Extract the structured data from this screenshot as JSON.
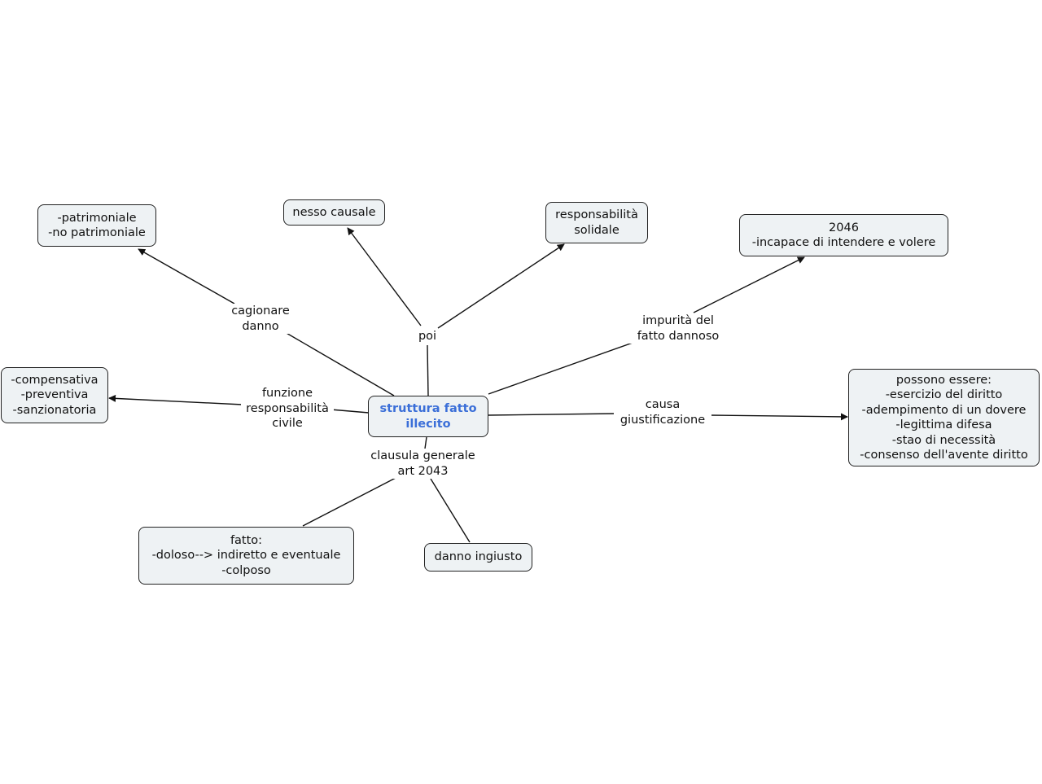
{
  "nodes": {
    "central": [
      "struttura fatto",
      "illecito"
    ],
    "patrimoniale": [
      "-patrimoniale",
      "-no patrimoniale"
    ],
    "nesso": [
      "nesso causale"
    ],
    "solidale": [
      "responsabilità",
      "solidale"
    ],
    "art2046": [
      "2046",
      "-incapace di intendere e volere"
    ],
    "funzioni": [
      "-compensativa",
      "-preventiva",
      "-sanzionatoria"
    ],
    "cause": [
      "possono essere:",
      "-esercizio del diritto",
      "-adempimento di un dovere",
      "-legittima difesa",
      "-stao di necessità",
      "-consenso dell'avente diritto"
    ],
    "fatto": [
      "fatto:",
      "-doloso--> indiretto e eventuale",
      "-colposo"
    ],
    "danno": [
      "danno ingiusto"
    ]
  },
  "links": {
    "cagionare": [
      "cagionare",
      "danno"
    ],
    "poi": [
      "poi"
    ],
    "impurita": [
      "impurità del",
      "fatto dannoso"
    ],
    "funzione": [
      "funzione",
      "responsabilità",
      "civile"
    ],
    "causa": [
      "causa",
      "giustificazione"
    ],
    "clausula": [
      "clausula generale",
      "art 2043"
    ]
  }
}
